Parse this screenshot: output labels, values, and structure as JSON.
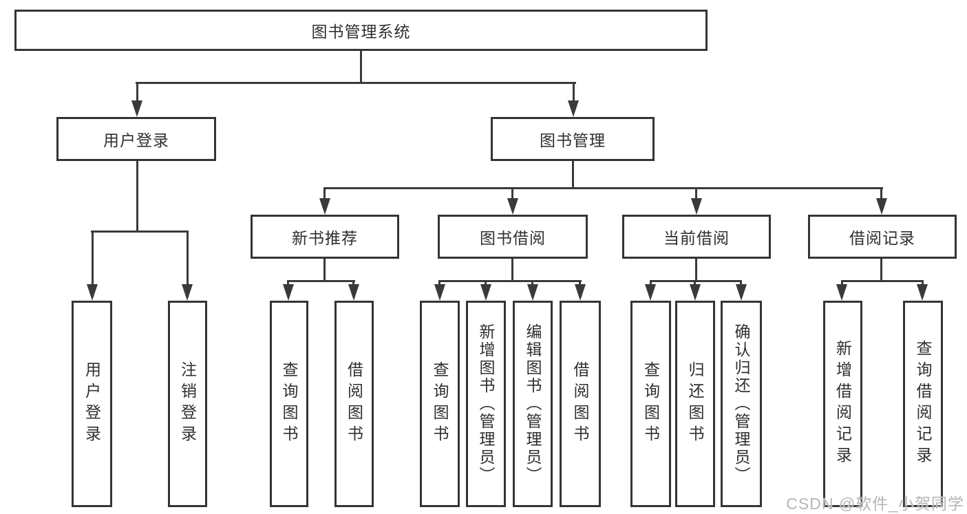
{
  "diagram": {
    "title": "图书管理系统",
    "root": {
      "label": "图书管理系统"
    },
    "branches": [
      {
        "label": "用户登录",
        "children": [
          {
            "label": "用户登录"
          },
          {
            "label": "注销登录"
          }
        ]
      },
      {
        "label": "图书管理",
        "sections": [
          {
            "label": "新书推荐",
            "children": [
              {
                "label": "查询图书"
              },
              {
                "label": "借阅图书"
              }
            ]
          },
          {
            "label": "图书借阅",
            "children": [
              {
                "label": "查询图书"
              },
              {
                "label": "新增图书（管理员）"
              },
              {
                "label": "编辑图书（管理员）"
              },
              {
                "label": "借阅图书"
              }
            ]
          },
          {
            "label": "当前借阅",
            "children": [
              {
                "label": "查询图书"
              },
              {
                "label": "归还图书"
              },
              {
                "label": "确认归还（管理员）"
              }
            ]
          },
          {
            "label": "借阅记录",
            "children": [
              {
                "label": "新增借阅记录"
              },
              {
                "label": "查询借阅记录"
              }
            ]
          }
        ]
      }
    ]
  },
  "watermark": {
    "text": "CSDN @软件_小贺同学"
  },
  "colors": {
    "line": "#3a3a3a",
    "border": "#343434",
    "text": "#2f2f2f",
    "background": "#ffffff",
    "watermark": "#b5b5b5"
  }
}
